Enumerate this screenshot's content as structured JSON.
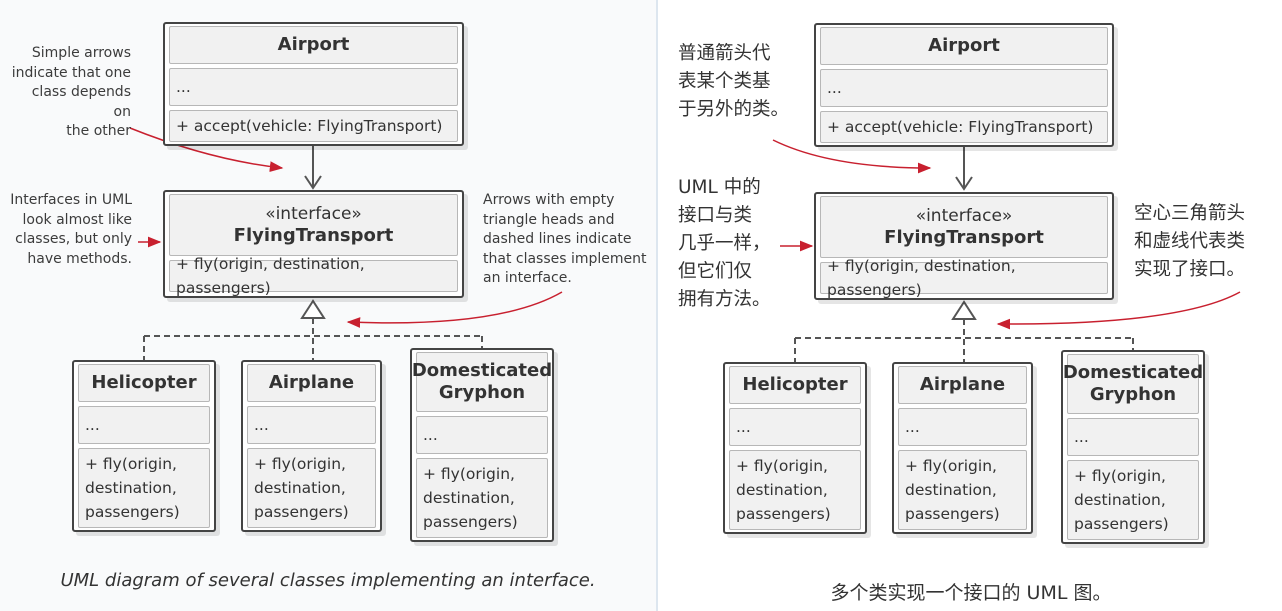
{
  "left": {
    "airport": {
      "name": "Airport",
      "fields": "...",
      "methods": "+ accept(vehicle: FlyingTransport)"
    },
    "interface": {
      "stereotype": "«interface»",
      "name": "FlyingTransport",
      "methods": "+ fly(origin, destination, passengers)"
    },
    "helicopter": {
      "name": "Helicopter",
      "fields": "...",
      "methods": "+ fly(origin,\n   destination,\n   passengers)"
    },
    "airplane": {
      "name": "Airplane",
      "fields": "...",
      "methods": "+ fly(origin,\n   destination,\n   passengers)"
    },
    "gryphon": {
      "name": "Domesticated\nGryphon",
      "fields": "...",
      "methods": "+ fly(origin,\n   destination,\n   passengers)"
    },
    "notes": {
      "simple_arrows": "Simple arrows\nindicate that one\nclass depends on\nthe other",
      "interfaces": "Interfaces in UML\nlook almost like\nclasses, but only\nhave methods.",
      "empty_triangle": "Arrows with empty\ntriangle heads and\ndashed lines indicate\nthat classes implement\nan interface."
    },
    "caption": "UML diagram of several classes implementing an interface."
  },
  "right": {
    "airport": {
      "name": "Airport",
      "fields": "...",
      "methods": "+ accept(vehicle: FlyingTransport)"
    },
    "interface": {
      "stereotype": "«interface»",
      "name": "FlyingTransport",
      "methods": "+ fly(origin, destination, passengers)"
    },
    "helicopter": {
      "name": "Helicopter",
      "fields": "...",
      "methods": "+ fly(origin,\n   destination,\n   passengers)"
    },
    "airplane": {
      "name": "Airplane",
      "fields": "...",
      "methods": "+ fly(origin,\n   destination,\n   passengers)"
    },
    "gryphon": {
      "name": "Domesticated\nGryphon",
      "fields": "...",
      "methods": "+ fly(origin,\n   destination,\n   passengers)"
    },
    "notes": {
      "simple_arrows": "普通箭头代\n表某个类基\n于另外的类。",
      "interfaces": "UML 中的\n接口与类\n几乎一样，\n但它们仅\n拥有方法。",
      "empty_triangle": "空心三角箭头\n和虚线代表类\n实现了接口。"
    },
    "caption": "多个类实现一个接口的 UML 图。"
  },
  "colors": {
    "annotation_arrow": "#c8202f",
    "uml_line": "#555555",
    "panel_left_bg": "#f9fafb"
  }
}
